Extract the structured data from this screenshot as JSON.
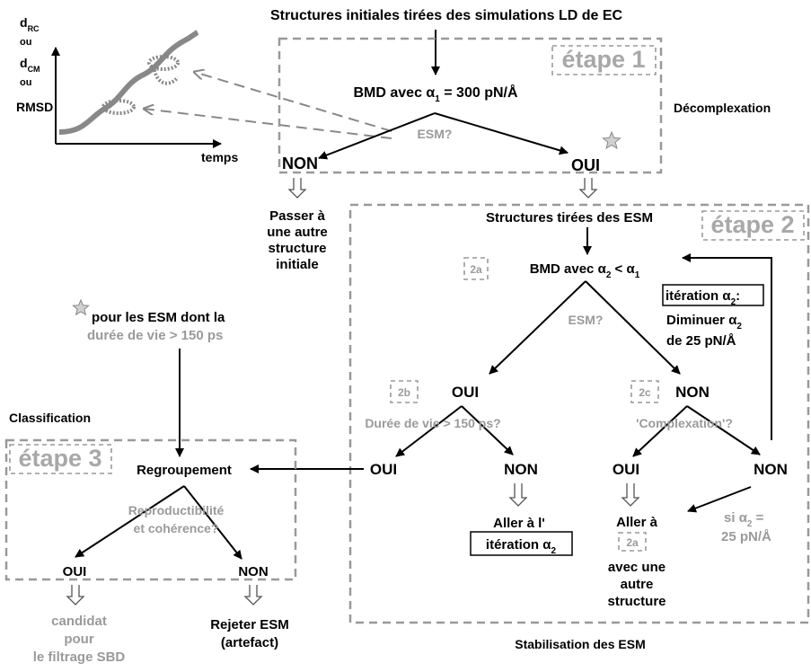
{
  "plot": {
    "y_label_1": "d",
    "y_label_1_sub": "RC",
    "y_label_ou_1": "ou",
    "y_label_2": "d",
    "y_label_2_sub": "CM",
    "y_label_ou_2": "ou",
    "y_label_3": "RMSD",
    "x_label": "temps"
  },
  "top_title": "Structures initiales tirées des simulations LD de EC",
  "stage1": {
    "label": "étape 1",
    "bmd_prefix": "BMD avec ",
    "alpha": "α",
    "alpha_sub": "1",
    "bmd_suffix": " = 300 pN/Å",
    "question": "ESM?",
    "no": "NON",
    "yes": "OUI",
    "side_label": "Décomplexation"
  },
  "next_structure": [
    "Passer à",
    "une autre",
    "structure",
    "initiale"
  ],
  "stage2": {
    "label": "étape 2",
    "source": "Structures tirées des ESM",
    "tag_2a": "2a",
    "bmd_prefix": "BMD avec ",
    "alpha": "α",
    "alpha2_sub": "2",
    "lt": " < ",
    "alpha1_sub": "1",
    "iteration_prefix": "itération ",
    "iteration_alpha_sub": "2",
    "iteration_colon": ":",
    "decrease_prefix": "Diminuer ",
    "decrease_alpha_sub": "2",
    "decrease_amount": "de 25 pN/Å",
    "question": "ESM?",
    "tag_2b": "2b",
    "yes_2b": "OUI",
    "tag_2c": "2c",
    "no_2c": "NON",
    "lifetime_question": "Durée de vie > 150 ps?",
    "complexation_question": "'Complexation'?",
    "oui_lifetime": "OUI",
    "non_lifetime": "NON",
    "oui_complex": "OUI",
    "non_complex": "NON",
    "goto_iteration_1": "Aller à l'",
    "goto_iteration_2": "itération ",
    "goto_iteration_sub": "2",
    "goto_2a_1": "Aller à",
    "goto_2a_tag": "2a",
    "goto_2a_rest": [
      "avec une",
      "autre",
      "structure"
    ],
    "si_prefix": "si ",
    "si_sub": "2",
    "si_eq": " =",
    "si_value": "25 pN/Å",
    "bottom_label": "Stabilisation des ESM"
  },
  "star_note": {
    "line1": "pour les ESM dont la",
    "line2": "durée de vie > 150 ps"
  },
  "stage3": {
    "side_label": "Classification",
    "label": "étape 3",
    "grouping": "Regroupement",
    "question_1": "Reproductibilité",
    "question_2": "et cohérence?",
    "yes": "OUI",
    "no": "NON",
    "candidate": [
      "candidat",
      "pour",
      "le filtrage SBD"
    ],
    "reject": [
      "Rejeter ESM",
      "(artefact)"
    ]
  }
}
